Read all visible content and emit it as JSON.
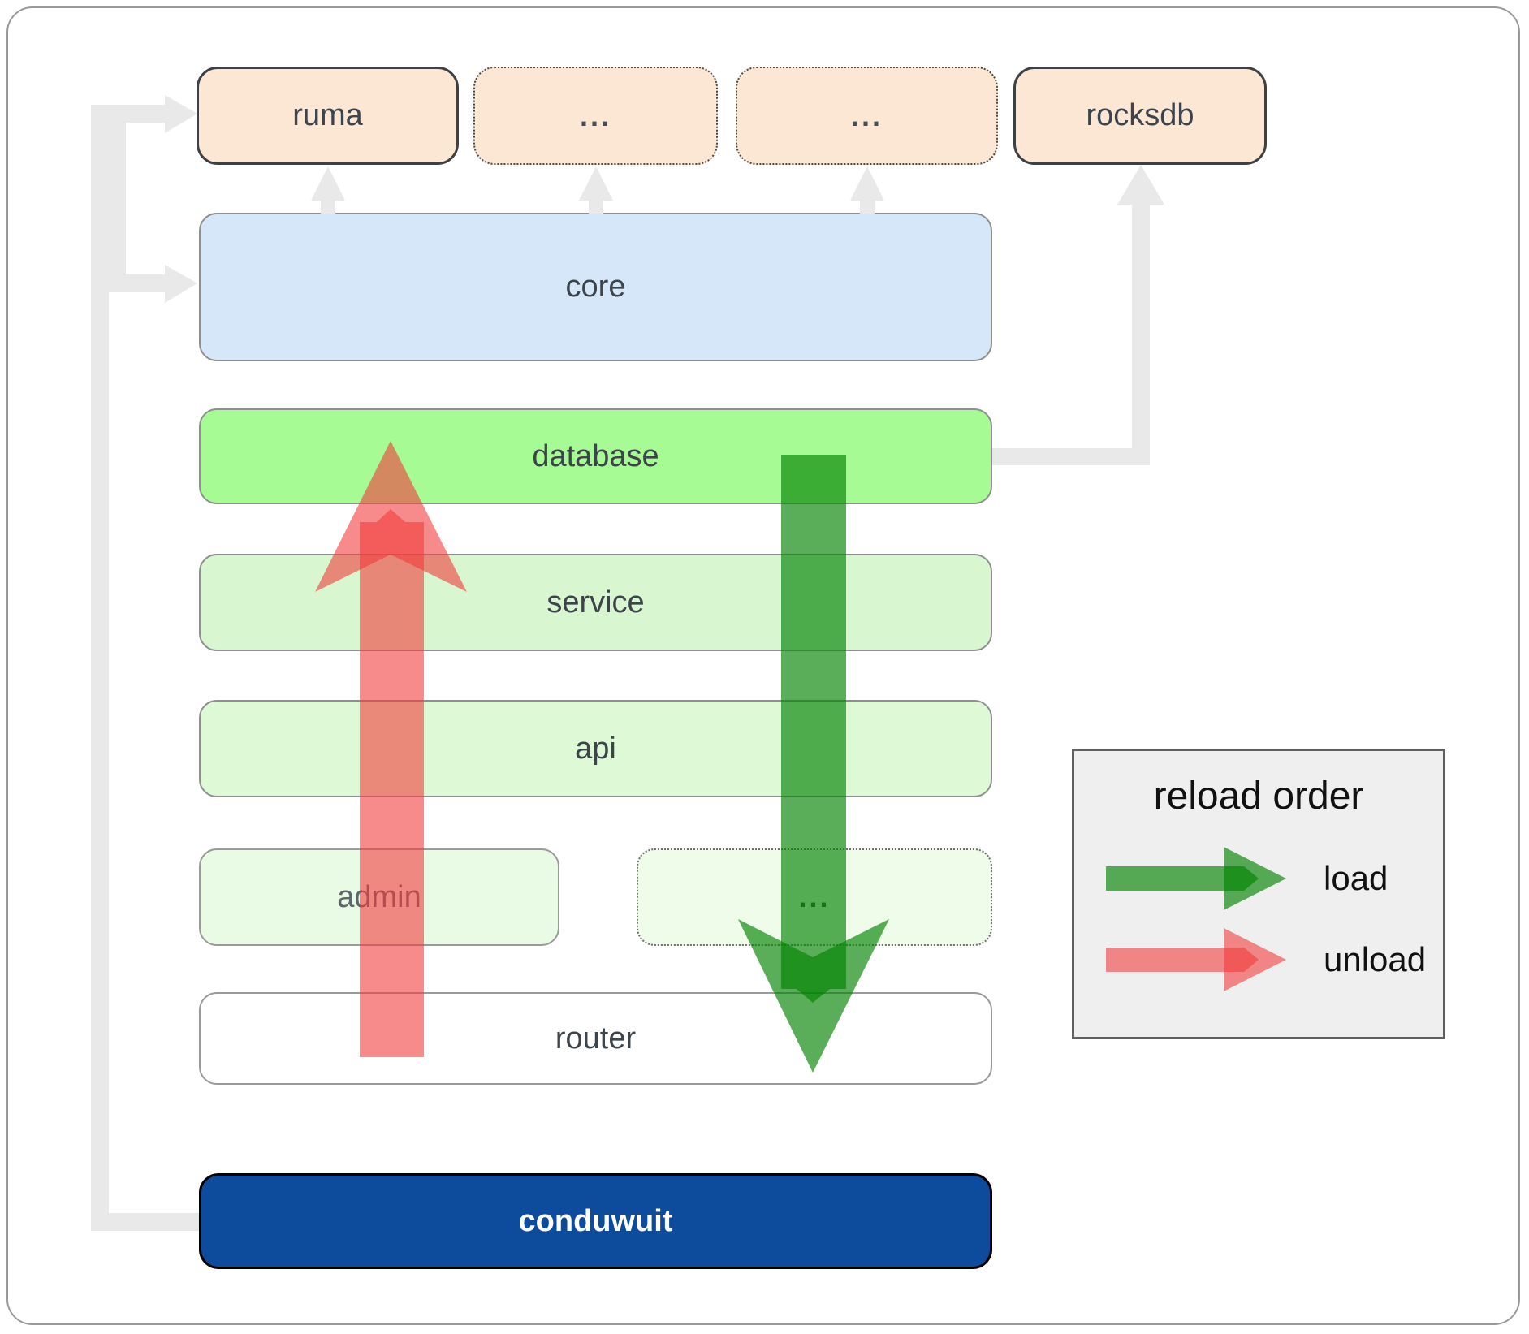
{
  "boxes": {
    "ruma": {
      "label": "ruma"
    },
    "ellipsis_top_1": {
      "label": "..."
    },
    "ellipsis_top_2": {
      "label": "..."
    },
    "rocksdb": {
      "label": "rocksdb"
    },
    "core": {
      "label": "core"
    },
    "database": {
      "label": "database"
    },
    "service": {
      "label": "service"
    },
    "api": {
      "label": "api"
    },
    "admin": {
      "label": "admin"
    },
    "ellipsis_mid": {
      "label": "..."
    },
    "router": {
      "label": "router"
    },
    "conduwuit": {
      "label": "conduwuit"
    }
  },
  "legend": {
    "title": "reload order",
    "items": [
      {
        "label": "load",
        "color": "#028202"
      },
      {
        "label": "unload",
        "color": "#f23c3c"
      }
    ]
  },
  "colors": {
    "load_arrow": "#028202",
    "unload_arrow": "#f23c3c",
    "connector": "#e9e9e9",
    "conduwuit_bg": "#0d4c9c",
    "core_bg": "#d5e7f8",
    "database_bg": "#a7fb94",
    "service_bg": "#d8f7d0",
    "api_bg": "#def9d6",
    "admin_bg": "#eafbe5",
    "top_row_bg": "#fce6d4",
    "legend_bg": "#efefef"
  }
}
